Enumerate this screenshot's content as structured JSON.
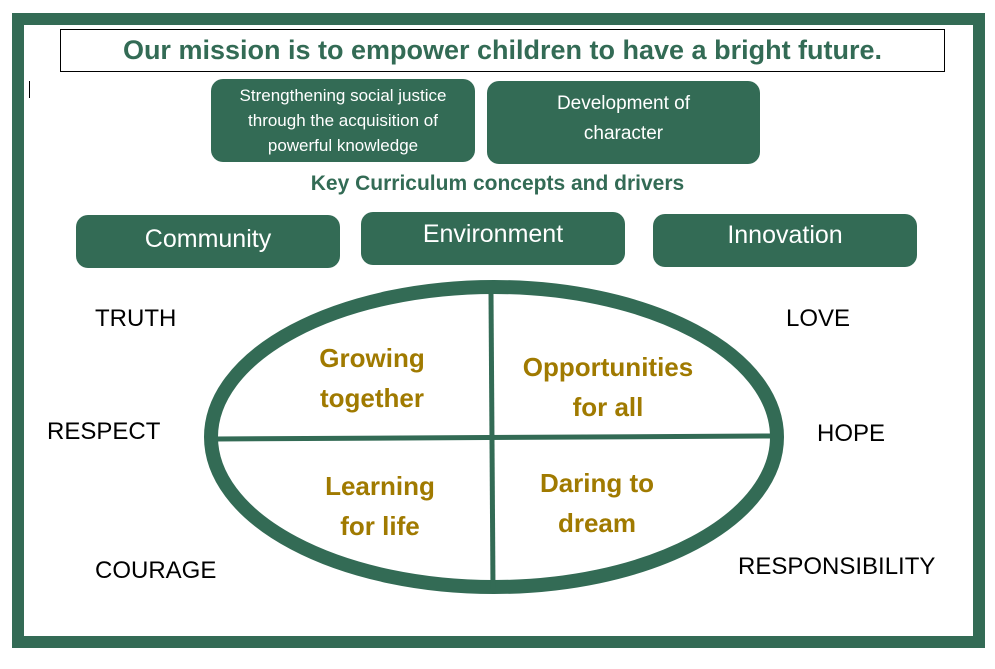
{
  "mission": "Our mission is to empower children to have a bright future.",
  "aims": [
    {
      "lines": [
        "Strengthening social justice",
        "through the acquisition of",
        "powerful knowledge"
      ]
    },
    {
      "lines": [
        "Development of",
        "character"
      ]
    }
  ],
  "key_heading": "Key Curriculum concepts and drivers",
  "drivers": [
    "Community",
    "Environment",
    "Innovation"
  ],
  "values": [
    "TRUTH",
    "RESPECT",
    "COURAGE",
    "LOVE",
    "HOPE",
    "RESPONSIBILITY"
  ],
  "quadrants": [
    {
      "lines": [
        "Growing",
        "together"
      ]
    },
    {
      "lines": [
        "Opportunities",
        "for all"
      ]
    },
    {
      "lines": [
        "Learning",
        "for life"
      ]
    },
    {
      "lines": [
        "Daring to",
        "dream"
      ]
    }
  ],
  "colors": {
    "green": "#336b55",
    "gold": "#a07a00"
  }
}
